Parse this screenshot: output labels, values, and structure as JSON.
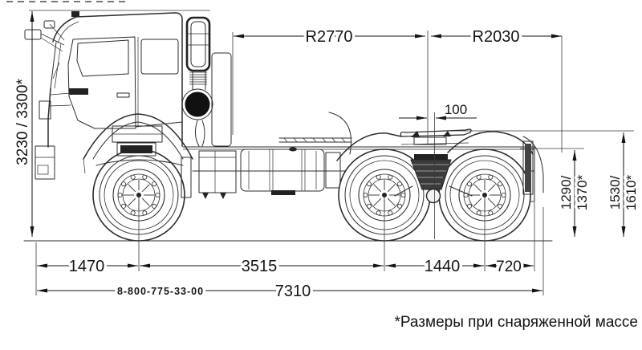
{
  "dimensions": {
    "overall_height": "3230 / 3300*",
    "front_turning_radius": "R2770",
    "rear_turning_radius": "R2030",
    "fifth_wheel_offset": "100",
    "frame_height": [
      "1290/",
      "1370*"
    ],
    "fifth_wheel_height": [
      "1530/",
      "1610*"
    ],
    "front_overhang": "1470",
    "wheelbase": "3515",
    "rear_bogie_base": "1440",
    "rear_overhang": "720",
    "overall_length": "7310"
  },
  "watermark": {
    "phone": "8-800-775-33-00"
  },
  "footnote": {
    "text": "*Размеры при снаряженной массе"
  },
  "colors": {
    "background": "#ffffff",
    "ink": "#141414",
    "line": "#2d2d2d"
  }
}
